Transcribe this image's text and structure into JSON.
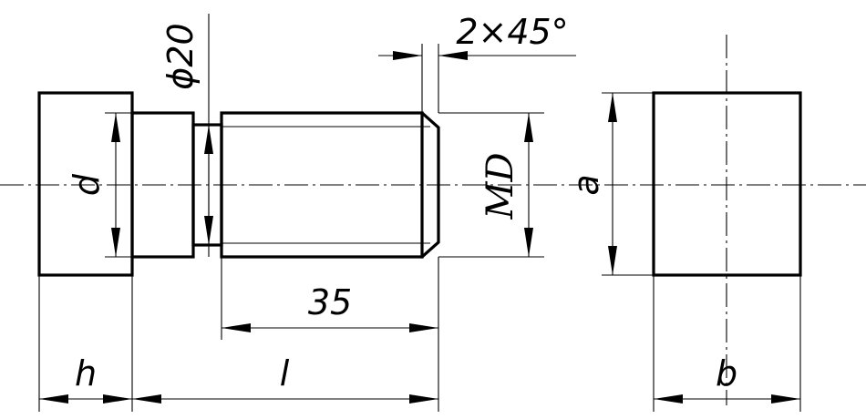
{
  "labels": {
    "d": "d",
    "phi20": "ϕ20",
    "md": "MD",
    "a": "a",
    "chamfer": "2×45°",
    "len35": "35",
    "h": "h",
    "l": "l",
    "b": "b"
  }
}
